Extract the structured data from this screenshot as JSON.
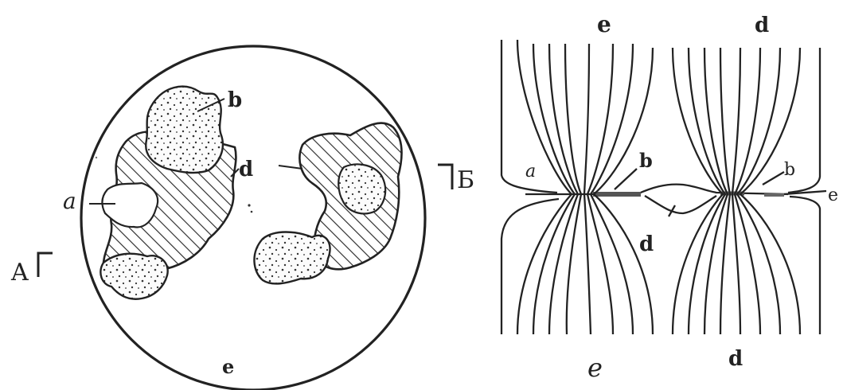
{
  "figure": {
    "colors": {
      "ink": "#222222",
      "paper": "#ffffff",
      "hatch": "#2a2a2a",
      "stipple": "#333333"
    },
    "left_panel": {
      "section_left": "A",
      "section_right": "Б",
      "labels": {
        "a": "a",
        "b": "b",
        "d": "d",
        "e": "e"
      }
    },
    "right_panel": {
      "labels": {
        "e_top": "e",
        "d_top": "d",
        "a": "a",
        "b1": "b",
        "b2": "b",
        "e_right": "e",
        "d_mid": "d",
        "e_bottom": "e",
        "d_bottom": "d"
      }
    }
  }
}
